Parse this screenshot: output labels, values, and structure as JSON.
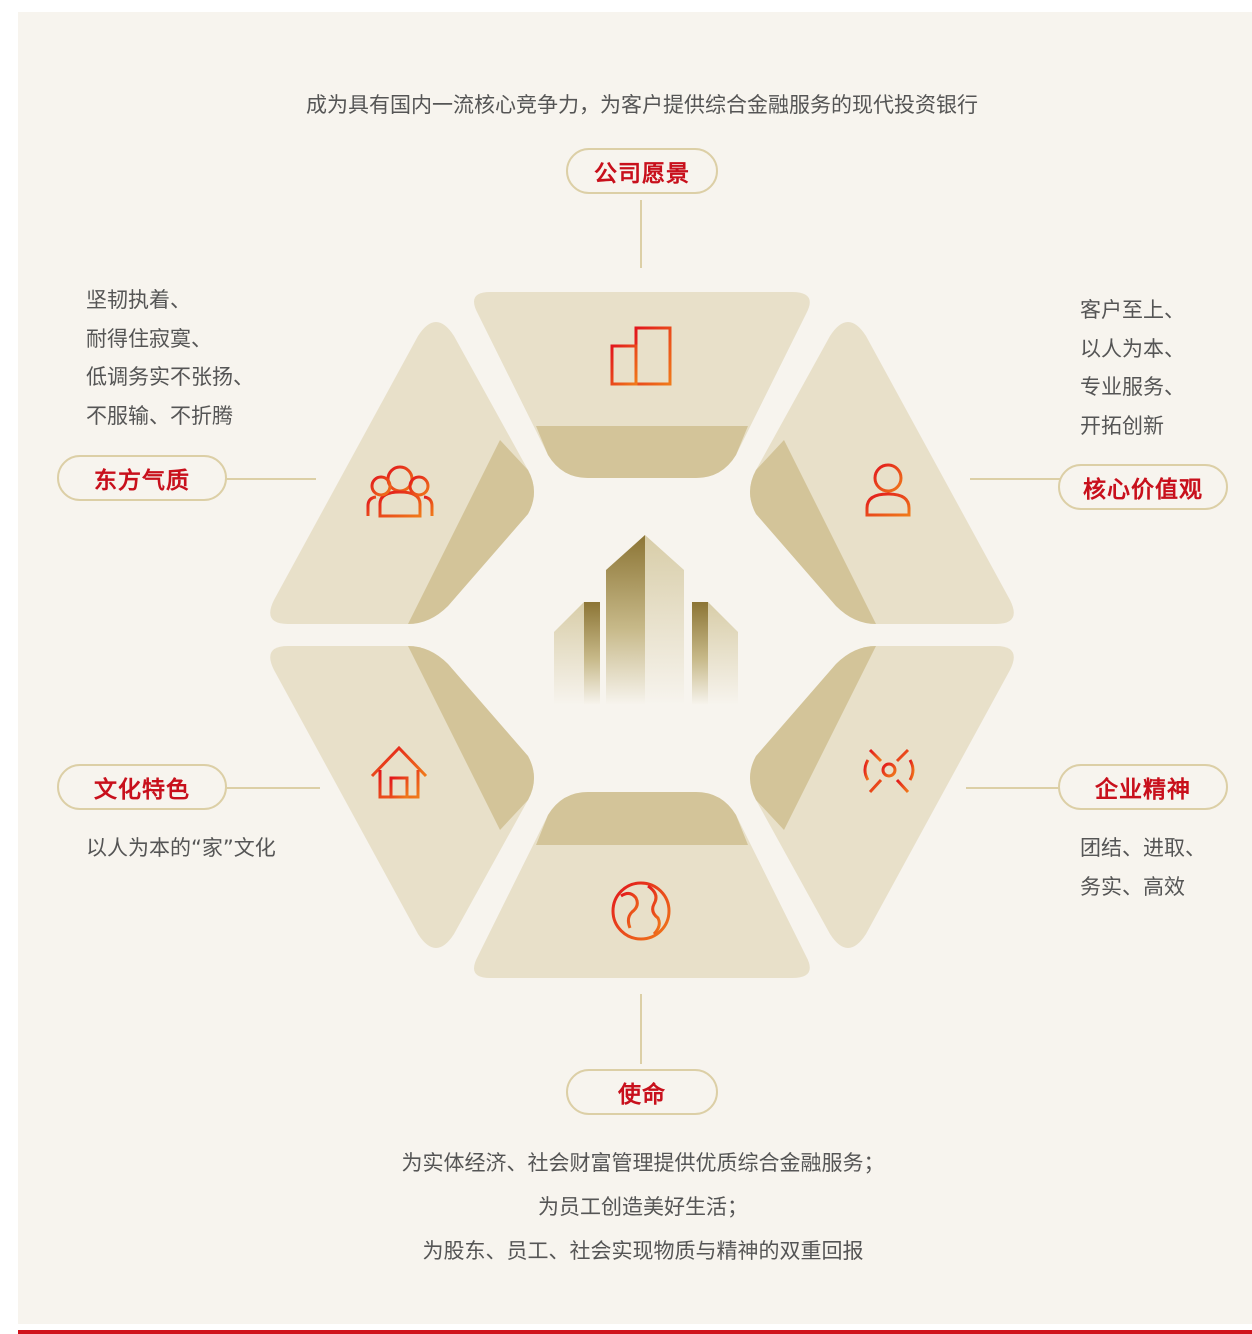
{
  "vision": {
    "title": "公司愿景",
    "text": "成为具有国内一流核心竞争力，为客户提供综合金融服务的现代投资银行"
  },
  "core_values": {
    "title": "核心价值观",
    "lines": [
      "客户至上、",
      "以人为本、",
      "专业服务、",
      "开拓创新"
    ]
  },
  "spirit": {
    "title": "企业精神",
    "lines": [
      "团结、进取、",
      "务实、高效"
    ]
  },
  "mission": {
    "title": "使命",
    "lines": [
      "为实体经济、社会财富管理提供优质综合金融服务；",
      "为员工创造美好生活；",
      "为股东、员工、社会实现物质与精神的双重回报"
    ]
  },
  "culture": {
    "title": "文化特色",
    "text": "以人为本的“家”文化"
  },
  "temperament": {
    "title": "东方气质",
    "lines": [
      "坚韧执着、",
      "耐得住寂寞、",
      "低调务实不张扬、",
      "不服输、不折腾"
    ]
  },
  "colors": {
    "accent_red": "#c8101c",
    "segment_light": "#e8e0c9",
    "segment_dark": "#d3c499",
    "background": "#f7f4ee"
  },
  "icons": {
    "top": "building-icon",
    "upper_right": "person-icon",
    "lower_right": "spirit-burst-icon",
    "bottom": "globe-icon",
    "lower_left": "house-icon",
    "upper_left": "group-icon",
    "center": "skyscraper-logo"
  }
}
